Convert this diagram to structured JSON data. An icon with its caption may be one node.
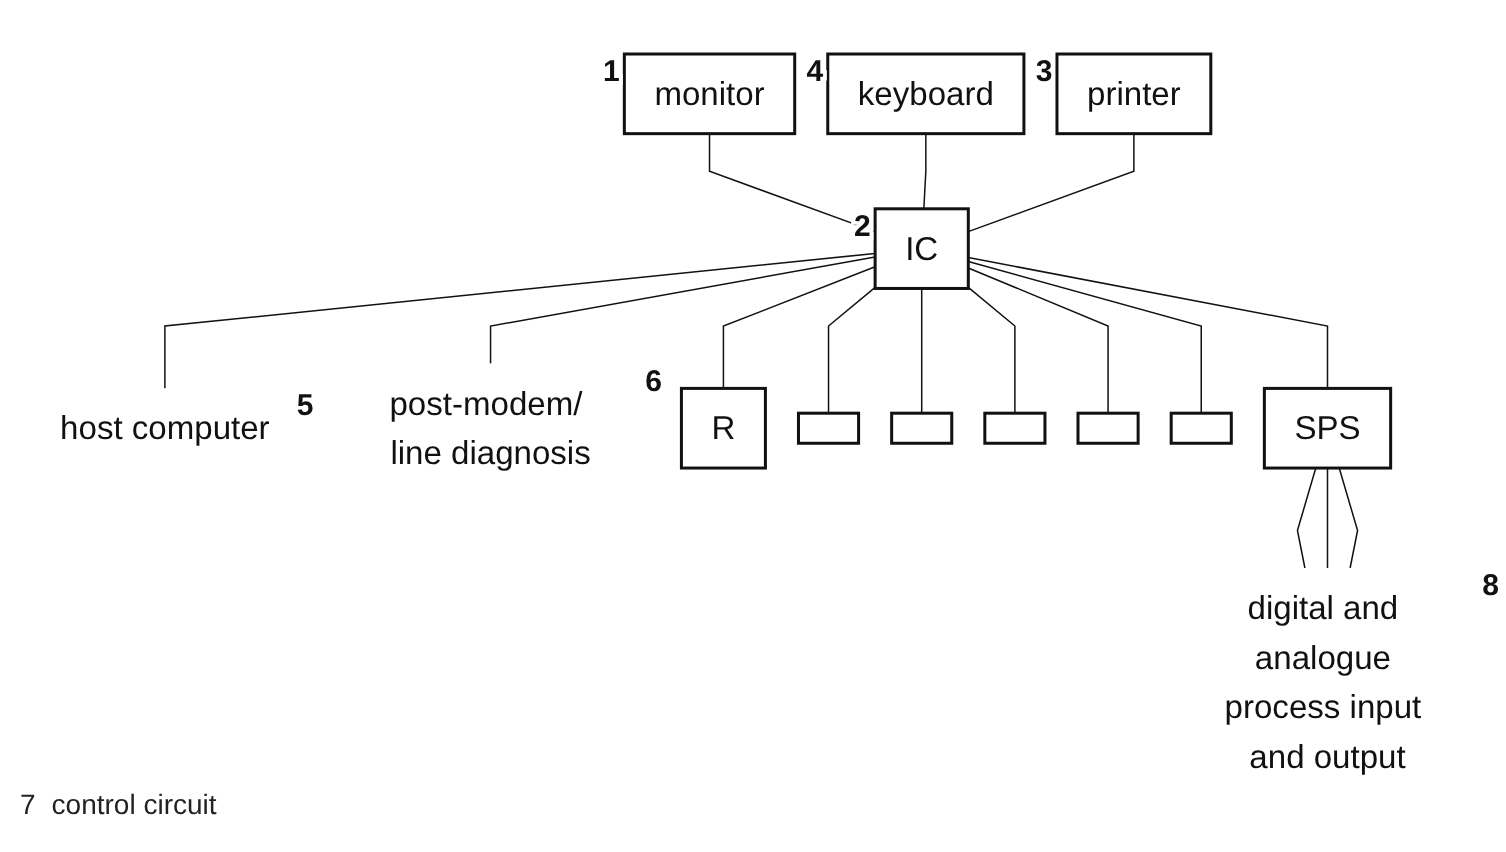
{
  "diagram": {
    "nodes": [
      {
        "text": [
          "monitor"
        ],
        "beside": [
          "1"
        ]
      },
      {
        "text": [
          "IC"
        ],
        "beside": [
          "2"
        ]
      },
      {
        "text": [
          "printer"
        ],
        "beside": [
          "3"
        ]
      },
      {
        "text": [
          "keyboard"
        ],
        "beside": [
          "4"
        ]
      },
      {
        "text": [
          "host computer"
        ],
        "beside": [
          "5"
        ]
      },
      {
        "text": [
          "post-modem/ line diagnosis"
        ],
        "beside": [
          "6"
        ]
      },
      {
        "text": [
          "R"
        ]
      },
      {
        "text": [],
        "shape": "box"
      },
      {
        "text": [],
        "shape": "box"
      },
      {
        "text": [],
        "shape": "box"
      },
      {
        "text": [],
        "shape": "box"
      },
      {
        "text": [],
        "shape": "box"
      },
      {
        "text": [
          "SPS"
        ]
      },
      {
        "text": [
          "digital and analogue process input and output"
        ],
        "beside": [
          "8"
        ]
      }
    ],
    "edges": [
      {
        "from": 0,
        "to": 1,
        "arrow": "none"
      },
      {
        "from": 3,
        "to": 1,
        "arrow": "none"
      },
      {
        "from": 2,
        "to": 1,
        "arrow": "none"
      },
      {
        "from": 1,
        "to": 4,
        "arrow": "none"
      },
      {
        "from": 1,
        "to": 5,
        "arrow": "none"
      },
      {
        "from": 1,
        "to": 12,
        "arrow": "none"
      },
      {
        "from": 1,
        "to": 6,
        "arrow": "none"
      },
      {
        "from": 1,
        "to": 7,
        "arrow": "none"
      },
      {
        "from": 1,
        "to": 8,
        "arrow": "none"
      },
      {
        "from": 1,
        "to": 9,
        "arrow": "none"
      },
      {
        "from": 1,
        "to": 10,
        "arrow": "none"
      },
      {
        "from": 1,
        "to": 11,
        "arrow": "none"
      },
      {
        "from": 12,
        "to": 13,
        "arrow": "none"
      },
      {
        "from": 12,
        "to": 13,
        "arrow": "none"
      },
      {
        "from": 12,
        "to": 13,
        "arrow": "none"
      }
    ],
    "labels": [
      "7",
      "control circuit"
    ]
  }
}
